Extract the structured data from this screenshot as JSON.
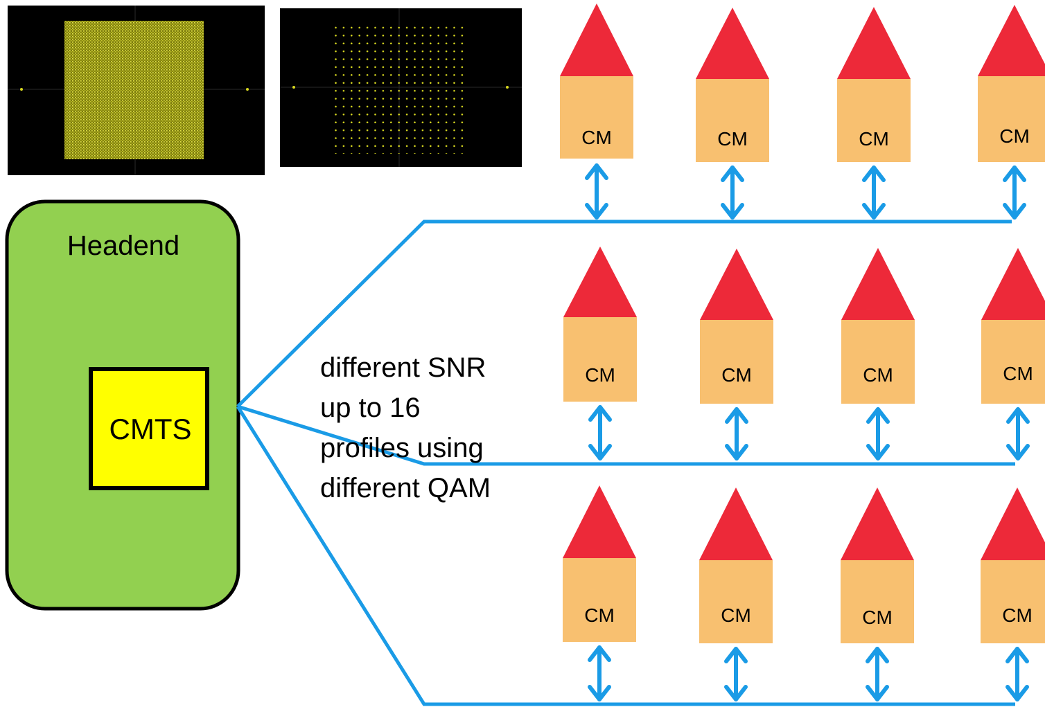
{
  "headend": {
    "title": "Headend",
    "cmts_label": "CMTS",
    "fill_color": "#92d050",
    "cmts_color": "#ffff00"
  },
  "annotation": {
    "lines": [
      "different SNR",
      "up to 16",
      "profiles using",
      "different QAM"
    ]
  },
  "constellations": [
    {
      "name": "dense-constellation",
      "style": "dense"
    },
    {
      "name": "sparse-constellation",
      "style": "grid"
    }
  ],
  "modem_label": "CM",
  "colors": {
    "roof": "#ed2939",
    "house_body": "#f8c070",
    "cable": "#1a9be6",
    "constellation_point": "#d8d820"
  },
  "rows": [
    {
      "houses": [
        "CM",
        "CM",
        "CM",
        "CM"
      ]
    },
    {
      "houses": [
        "CM",
        "CM",
        "CM",
        "CM"
      ]
    },
    {
      "houses": [
        "CM",
        "CM",
        "CM",
        "CM"
      ]
    }
  ]
}
